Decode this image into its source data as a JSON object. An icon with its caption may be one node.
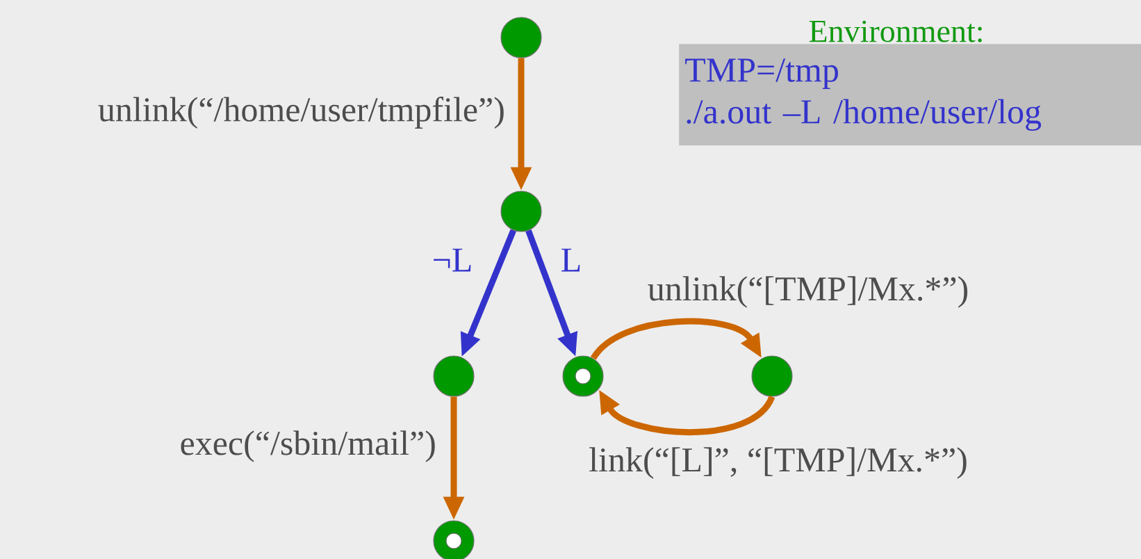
{
  "diagram": {
    "nodes": [
      {
        "text": [],
        "shape": "circle"
      },
      {
        "text": [],
        "shape": "circle"
      },
      {
        "text": [],
        "shape": "circle"
      },
      {
        "text": [],
        "shape": "ring"
      },
      {
        "text": [],
        "shape": "circle"
      },
      {
        "text": [],
        "shape": "ring"
      },
      {
        "text": [
          "Environment:",
          "TMP=/tmp",
          "./a.out –L /home/user/log"
        ]
      }
    ],
    "edges": [
      {
        "from": 0,
        "to": 1,
        "arrow": "to",
        "label": "unlink(“/home/user/tmpfile”)"
      },
      {
        "from": 1,
        "to": 2,
        "arrow": "to",
        "label": "¬L",
        "color": "#3333cc"
      },
      {
        "from": 1,
        "to": 3,
        "arrow": "to",
        "label": "L",
        "color": "#3333cc"
      },
      {
        "from": 3,
        "to": 4,
        "arrow": "to",
        "label": "unlink(“[TMP]/Mx.*”)"
      },
      {
        "from": 4,
        "to": 3,
        "arrow": "to",
        "label": "link(“[L]”, “[TMP]/Mx.*”)"
      },
      {
        "from": 2,
        "to": 5,
        "arrow": "to",
        "label": "exec(“/sbin/mail”)"
      }
    ]
  }
}
